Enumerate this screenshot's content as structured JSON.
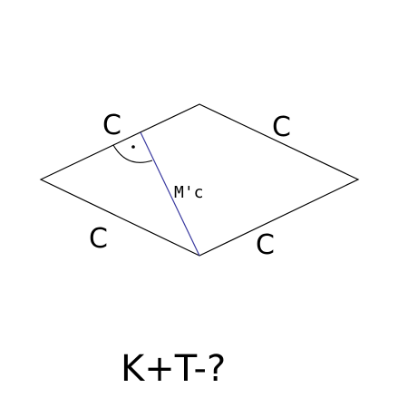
{
  "figure": {
    "shape": "rhombus",
    "side_labels": {
      "top_left": "C",
      "top_right": "C",
      "bottom_left": "C",
      "bottom_right": "C"
    },
    "altitude_label": "M'c",
    "right_angle_mark": true,
    "colors": {
      "outline": "#000000",
      "altitude": "#3a3aa0",
      "text": "#000000"
    }
  },
  "question": "K+T-?"
}
